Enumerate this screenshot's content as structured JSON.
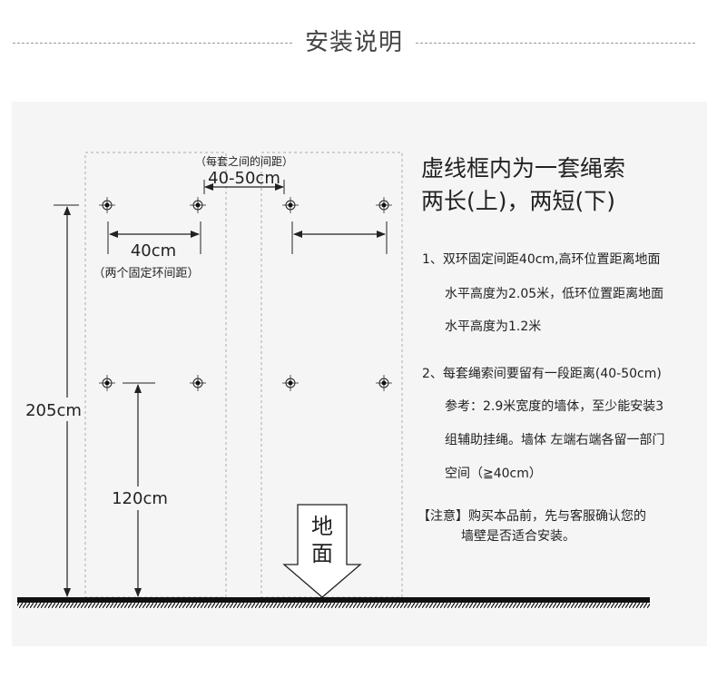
{
  "section_title": "安装说明",
  "diagram": {
    "top_label": "（每套之间的间距）",
    "top_dimension": "40-50cm",
    "pair_dimension": "40cm",
    "pair_caption": "（两个固定环间距）",
    "height_high": "205cm",
    "height_low": "120cm",
    "ground_word_1": "地",
    "ground_word_2": "面"
  },
  "heading": {
    "line1": "虚线框内为一套绳索",
    "line2": "两长(上)，两短(下)"
  },
  "notes": {
    "n1_a": "1、双环固定间距40cm,高环位置距离地面",
    "n1_b": "水平高度为2.05米，低环位置距离地面",
    "n1_c": "水平高度为1.2米",
    "n2_a": "2、每套绳索间要留有一段距离(40-50cm)",
    "n2_b": "参考：2.9米宽度的墙体，至少能安装3",
    "n2_c": "组辅助挂绳。墙体 左端右端各留一部门",
    "n2_d": "空间（≧40cm）"
  },
  "warning": {
    "line1": "【注意】购买本品前，先与客服确认您的",
    "line2": "墙壁是否适合安装。"
  },
  "colors": {
    "panel": "#f5f5f5",
    "ground": "#111111",
    "dash": "#aaaaaa"
  }
}
